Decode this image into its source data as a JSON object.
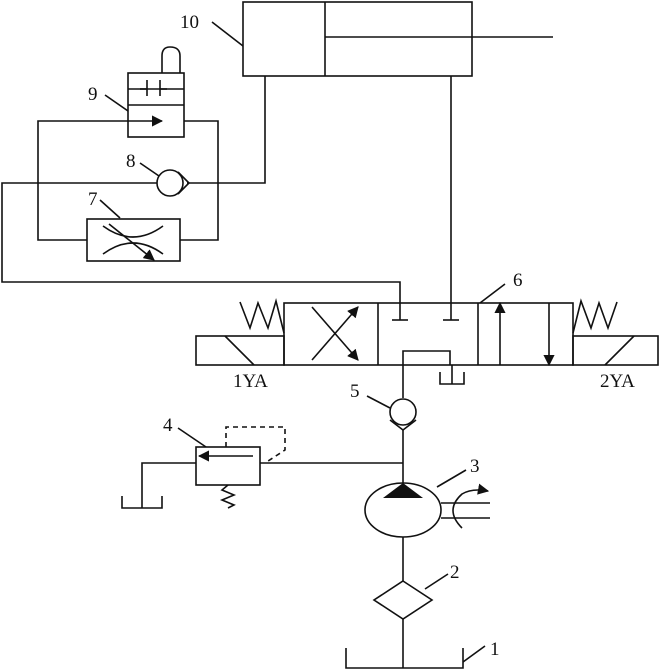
{
  "components": {
    "tank": {
      "number": "1"
    },
    "filter": {
      "number": "2"
    },
    "pump": {
      "number": "3"
    },
    "relief_valve": {
      "number": "4"
    },
    "check_valve": {
      "number": "5"
    },
    "directional_valve": {
      "number": "6"
    },
    "throttle_valve": {
      "number": "7"
    },
    "check_valve_bypass": {
      "number": "8"
    },
    "two_way_valve": {
      "number": "9"
    },
    "cylinder": {
      "number": "10"
    }
  },
  "solenoids": {
    "left": "1YA",
    "right": "2YA"
  }
}
